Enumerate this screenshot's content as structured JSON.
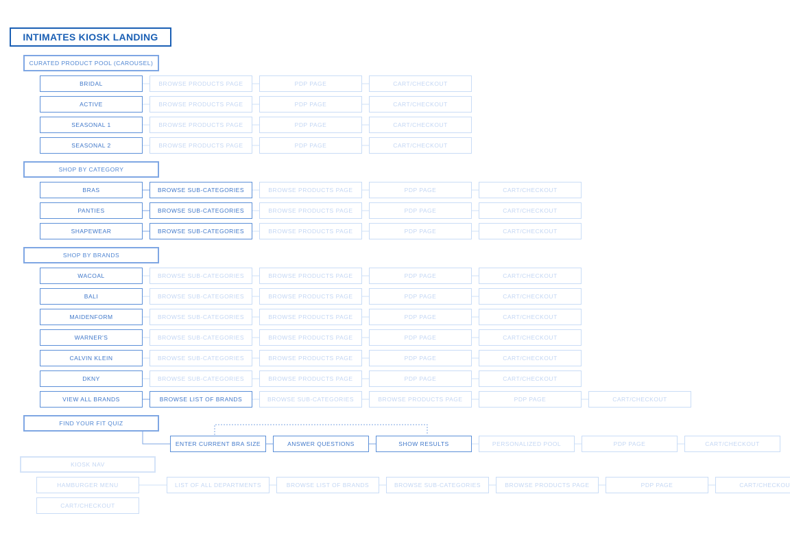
{
  "title": "INTIMATES KIOSK LANDING",
  "groups": [
    {
      "key": "curated",
      "label": "CURATED PRODUCT POOL (CAROUSEL)",
      "faded": false,
      "rows": [
        {
          "steps": [
            {
              "label": "BRIDAL",
              "s": 1
            },
            {
              "label": "BROWSE PRODUCTS PAGE",
              "s": 0
            },
            {
              "label": "PDP PAGE",
              "s": 0
            },
            {
              "label": "CART/CHECKOUT",
              "s": 0
            }
          ]
        },
        {
          "steps": [
            {
              "label": "ACTIVE",
              "s": 1
            },
            {
              "label": "BROWSE PRODUCTS PAGE",
              "s": 0
            },
            {
              "label": "PDP PAGE",
              "s": 0
            },
            {
              "label": "CART/CHECKOUT",
              "s": 0
            }
          ]
        },
        {
          "steps": [
            {
              "label": "SEASONAL 1",
              "s": 1
            },
            {
              "label": "BROWSE PRODUCTS PAGE",
              "s": 0
            },
            {
              "label": "PDP PAGE",
              "s": 0
            },
            {
              "label": "CART/CHECKOUT",
              "s": 0
            }
          ]
        },
        {
          "steps": [
            {
              "label": "SEASONAL 2",
              "s": 1
            },
            {
              "label": "BROWSE PRODUCTS PAGE",
              "s": 0
            },
            {
              "label": "PDP PAGE",
              "s": 0
            },
            {
              "label": "CART/CHECKOUT",
              "s": 0
            }
          ]
        }
      ]
    },
    {
      "key": "category",
      "label": "SHOP BY CATEGORY",
      "faded": false,
      "rows": [
        {
          "steps": [
            {
              "label": "BRAS",
              "s": 1
            },
            {
              "label": "BROWSE SUB-CATEGORIES",
              "s": 1
            },
            {
              "label": "BROWSE PRODUCTS PAGE",
              "s": 0
            },
            {
              "label": "PDP PAGE",
              "s": 0
            },
            {
              "label": "CART/CHECKOUT",
              "s": 0
            }
          ]
        },
        {
          "steps": [
            {
              "label": "PANTIES",
              "s": 1
            },
            {
              "label": "BROWSE SUB-CATEGORIES",
              "s": 1
            },
            {
              "label": "BROWSE PRODUCTS PAGE",
              "s": 0
            },
            {
              "label": "PDP PAGE",
              "s": 0
            },
            {
              "label": "CART/CHECKOUT",
              "s": 0
            }
          ]
        },
        {
          "steps": [
            {
              "label": "SHAPEWEAR",
              "s": 1
            },
            {
              "label": "BROWSE SUB-CATEGORIES",
              "s": 1
            },
            {
              "label": "BROWSE PRODUCTS PAGE",
              "s": 0
            },
            {
              "label": "PDP PAGE",
              "s": 0
            },
            {
              "label": "CART/CHECKOUT",
              "s": 0
            }
          ]
        }
      ]
    },
    {
      "key": "brands",
      "label": "SHOP BY BRANDS",
      "faded": false,
      "rows": [
        {
          "steps": [
            {
              "label": "WACOAL",
              "s": 1
            },
            {
              "label": "BROWSE SUB-CATEGORIES",
              "s": 0
            },
            {
              "label": "BROWSE PRODUCTS PAGE",
              "s": 0
            },
            {
              "label": "PDP PAGE",
              "s": 0
            },
            {
              "label": "CART/CHECKOUT",
              "s": 0
            }
          ]
        },
        {
          "steps": [
            {
              "label": "BALI",
              "s": 1
            },
            {
              "label": "BROWSE SUB-CATEGORIES",
              "s": 0
            },
            {
              "label": "BROWSE PRODUCTS PAGE",
              "s": 0
            },
            {
              "label": "PDP PAGE",
              "s": 0
            },
            {
              "label": "CART/CHECKOUT",
              "s": 0
            }
          ]
        },
        {
          "steps": [
            {
              "label": "MAIDENFORM",
              "s": 1
            },
            {
              "label": "BROWSE SUB-CATEGORIES",
              "s": 0
            },
            {
              "label": "BROWSE PRODUCTS PAGE",
              "s": 0
            },
            {
              "label": "PDP PAGE",
              "s": 0
            },
            {
              "label": "CART/CHECKOUT",
              "s": 0
            }
          ]
        },
        {
          "steps": [
            {
              "label": "WARNER'S",
              "s": 1
            },
            {
              "label": "BROWSE SUB-CATEGORIES",
              "s": 0
            },
            {
              "label": "BROWSE PRODUCTS PAGE",
              "s": 0
            },
            {
              "label": "PDP PAGE",
              "s": 0
            },
            {
              "label": "CART/CHECKOUT",
              "s": 0
            }
          ]
        },
        {
          "steps": [
            {
              "label": "CALVIN KLEIN",
              "s": 1
            },
            {
              "label": "BROWSE SUB-CATEGORIES",
              "s": 0
            },
            {
              "label": "BROWSE PRODUCTS PAGE",
              "s": 0
            },
            {
              "label": "PDP PAGE",
              "s": 0
            },
            {
              "label": "CART/CHECKOUT",
              "s": 0
            }
          ]
        },
        {
          "steps": [
            {
              "label": "DKNY",
              "s": 1
            },
            {
              "label": "BROWSE SUB-CATEGORIES",
              "s": 0
            },
            {
              "label": "BROWSE PRODUCTS PAGE",
              "s": 0
            },
            {
              "label": "PDP PAGE",
              "s": 0
            },
            {
              "label": "CART/CHECKOUT",
              "s": 0
            }
          ]
        },
        {
          "steps": [
            {
              "label": "VIEW ALL BRANDS",
              "s": 1
            },
            {
              "label": "BROWSE LIST OF BRANDS",
              "s": 1
            },
            {
              "label": "BROWSE SUB-CATEGORIES",
              "s": 0
            },
            {
              "label": "BROWSE PRODUCTS PAGE",
              "s": 0
            },
            {
              "label": "PDP PAGE",
              "s": 0
            },
            {
              "label": "CART/CHECKOUT",
              "s": 0
            }
          ]
        }
      ]
    },
    {
      "key": "quiz",
      "label": "FIND YOUR FIT QUIZ",
      "faded": false,
      "rows": [
        {
          "steps": [
            {
              "label": "ENTER CURRENT BRA SIZE",
              "s": 1
            },
            {
              "label": "ANSWER QUESTIONS",
              "s": 1
            },
            {
              "label": "SHOW RESULTS",
              "s": 1
            },
            {
              "label": "PERSONALIZED POOL",
              "s": 0
            },
            {
              "label": "PDP PAGE",
              "s": 0
            },
            {
              "label": "CART/CHECKOUT",
              "s": 0
            }
          ]
        }
      ]
    },
    {
      "key": "nav",
      "label": "KIOSK NAV",
      "faded": true,
      "rows": [
        {
          "steps": [
            {
              "label": "HAMBURGER MENU",
              "s": 0
            },
            {
              "label": "LIST OF ALL DEPARTMENTS",
              "s": 0
            },
            {
              "label": "BROWSE LIST OF BRANDS",
              "s": 0
            },
            {
              "label": "BROWSE SUB-CATEGORIES",
              "s": 0
            },
            {
              "label": "BROWSE PRODUCTS PAGE",
              "s": 0
            },
            {
              "label": "PDP PAGE",
              "s": 0
            },
            {
              "label": "CART/CHECKOUT",
              "s": 0
            }
          ]
        },
        {
          "steps": [
            {
              "label": "CART/CHECKOUT",
              "s": 0
            }
          ]
        }
      ]
    }
  ]
}
